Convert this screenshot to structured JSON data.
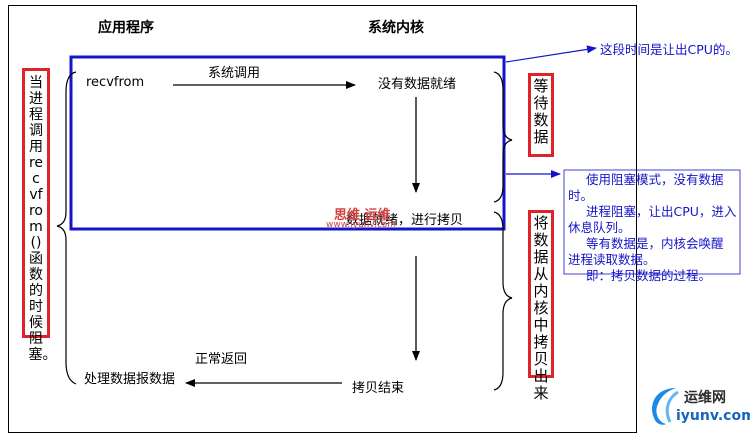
{
  "headers": {
    "app": "应用程序",
    "kernel": "系统内核"
  },
  "left_label": "当进程调用recvfrom()函数的时候阻塞。",
  "flow": {
    "recvfrom": "recvfrom",
    "syscall": "系统调用",
    "no_data": "没有数据就绪",
    "data_ready": "数据就绪，进行拷贝",
    "normal_return": "正常返回",
    "process_data": "处理数据报数据",
    "copy_done": "拷贝结束"
  },
  "wait_label": "等待数据",
  "copy_label": "将数据从内核中拷贝出来",
  "cpu_note": "这段时间是让出CPU的。",
  "explain_lines": [
    "使用阻塞模式，没有数据",
    "时。",
    "进程阻塞，让出CPU，进入",
    "休息队列。",
    "等有数据是，内核会唤醒",
    "进程读取数据。",
    "即：拷贝数据的过程。"
  ],
  "watermark": {
    "main": "思维 运维",
    "sub": "www.iyunv.com"
  },
  "logo": {
    "name": "运维网",
    "url": "iyunv.com"
  },
  "colors": {
    "blue": "#1414c8",
    "red": "#e0222b"
  }
}
